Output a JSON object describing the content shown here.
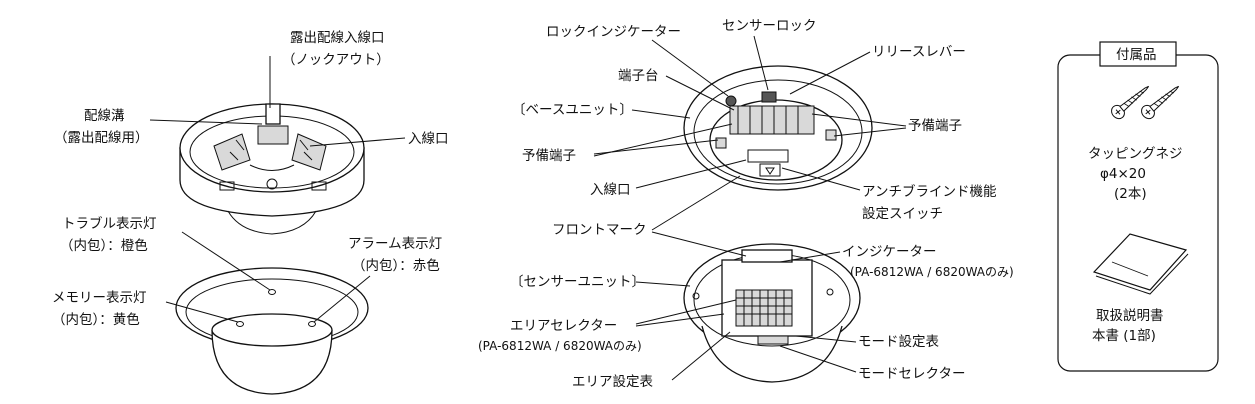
{
  "left": {
    "exposed_wiring_inlet": "露出配線入線口",
    "knockout": "（ノックアウト）",
    "wiring_groove": "配線溝",
    "for_exposed_wiring": "（露出配線用）",
    "inlet": "入線口",
    "trouble_lamp": "トラブル表示灯",
    "trouble_lamp_color": "（内包）：橙色",
    "alarm_lamp": "アラーム表示灯",
    "alarm_lamp_color": "（内包）：赤色",
    "memory_lamp": "メモリー表示灯",
    "memory_lamp_color": "（内包）：黄色"
  },
  "middle": {
    "lock_indicator": "ロックインジケーター",
    "sensor_lock": "センサーロック",
    "terminal_block": "端子台",
    "release_lever": "リリースレバー",
    "base_unit": "〔ベースユニット〕",
    "spare_terminal_right": "予備端子",
    "spare_terminal_left": "予備端子",
    "inlet": "入線口",
    "anti_blind_line1": "アンチブラインド機能",
    "anti_blind_line2": "設定スイッチ",
    "front_mark": "フロントマーク",
    "indicator": "インジケーター",
    "indicator_models": "(PA-6812WA / 6820WAのみ)",
    "sensor_unit": "〔センサーユニット〕",
    "area_selector": "エリアセレクター",
    "area_selector_models": "(PA-6812WA / 6820WAのみ)",
    "mode_table": "モード設定表",
    "area_table": "エリア設定表",
    "mode_selector": "モードセレクター"
  },
  "accessories": {
    "title": "付属品",
    "screw_name": "タッピングネジ",
    "screw_size": "φ4×20",
    "screw_qty": "(2本)",
    "manual_line1": "取扱説明書",
    "manual_line2": "本書 (1部)"
  }
}
